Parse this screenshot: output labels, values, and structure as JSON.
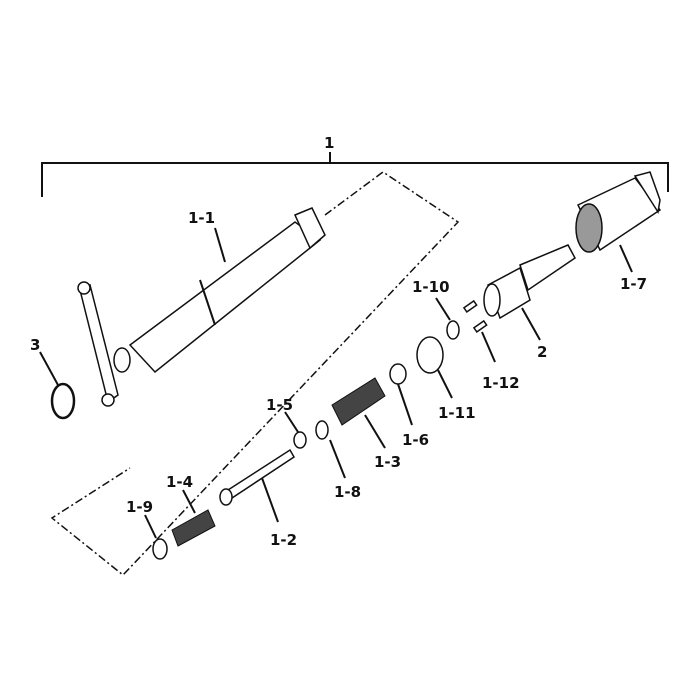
{
  "diagram": {
    "labels": {
      "assembly": "1",
      "nozzle_holder": "1-1",
      "washer_3": "3",
      "part_1_10": "1-10",
      "nozzle": "2",
      "retaining_nut": "1-7",
      "pin_1_12": "1-12",
      "spacer_1_11": "1-11",
      "washer_1_5": "1-5",
      "seat_1_6": "1-6",
      "spring_1_3": "1-3",
      "washer_1_8": "1-8",
      "spring_1_4": "1-4",
      "washer_1_9": "1-9",
      "push_rod": "1-2"
    }
  }
}
